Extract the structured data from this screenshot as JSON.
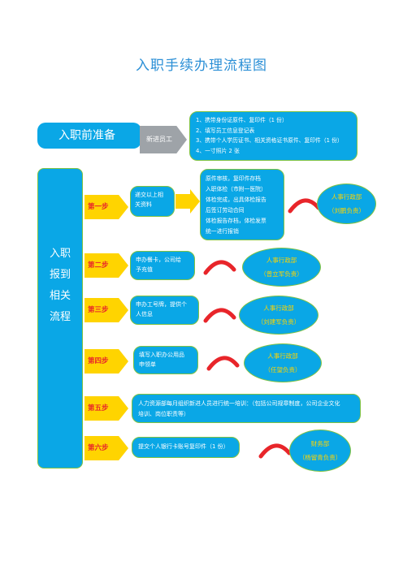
{
  "title": "入职手续办理流程图",
  "prep": {
    "label": "入职前准备",
    "arrow_label": "新进员工",
    "items": [
      "1、携带身份证原件、复印件（1 份）",
      "2、填写员工信息登记表",
      "3、携带个人学历证书、相关资格证书原件、复印件（1 份）",
      "4、一寸照片 2 张"
    ]
  },
  "sidebar": {
    "lines": [
      "入职",
      "报到",
      "相关",
      "流程"
    ]
  },
  "steps": [
    {
      "label": "第一步",
      "box": [
        "递交以上相",
        "关资料"
      ],
      "detail": [
        "原件审核，复印件存档",
        "入职体检（市附一医院）",
        "体检完成，出具体检报告",
        "后签订劳动合同",
        "体检报告存档，体检发票",
        "统一进行报销"
      ],
      "dept": "人事行政部",
      "person": "（刘鹏负责）"
    },
    {
      "label": "第二步",
      "box": [
        "申办餐卡，公司给",
        "予充值"
      ],
      "dept": "人事行政部",
      "person": "（曾立军负责）"
    },
    {
      "label": "第三步",
      "box": [
        "申办工号牌，提供个",
        "人信息"
      ],
      "dept": "人事行政部",
      "person": "（刘建军负责）"
    },
    {
      "label": "第四步",
      "box": [
        "填写入职办公用品",
        "申领单"
      ],
      "dept": "人事行政部",
      "person": "（任望负责）"
    },
    {
      "label": "第五步",
      "box": [
        "人力资源部每月组织新进人员进行统一培训：（包括公司规章制度，公司企业文化",
        "培训、岗位职责等）"
      ]
    },
    {
      "label": "第六步",
      "box": [
        "提交个人银行卡账号复印件（1 份）"
      ],
      "dept": "财务部",
      "person": "（杨留青负责）"
    }
  ]
}
